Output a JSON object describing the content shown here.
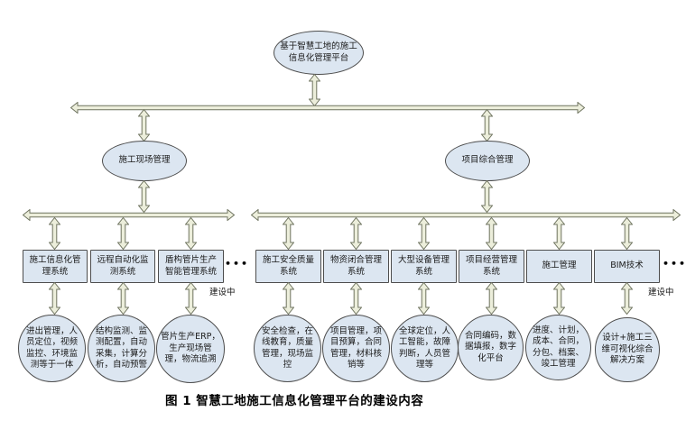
{
  "palette": {
    "node_fill": "#dce6f1",
    "node_border": "#4d4d4d",
    "arrow_fill": "#eceedb",
    "arrow_border": "#6f7460"
  },
  "root": {
    "label": "基于智慧工地的施工信息化管理平台"
  },
  "branches": {
    "left": {
      "label": "施工现场管理"
    },
    "right": {
      "label": "项目综合管理"
    }
  },
  "systems": {
    "left": [
      {
        "label": "施工信息化管理系统",
        "detail": "进出管理，人员定位，视频监控、环境监测等于一体"
      },
      {
        "label": "远程自动化监测系统",
        "detail": "结构监测、监测配置，自动采集，计算分析，自动预警"
      },
      {
        "label": "盾构管片生产智能管理系统",
        "detail": "管片生产ERP，生产现场管理，物流追溯"
      }
    ],
    "right": [
      {
        "label": "施工安全质量系统",
        "detail": "安全检查，在线教育，质量管理，现场监控"
      },
      {
        "label": "物资闭合管理系统",
        "detail": "项目管理，项目预算，合同管理，材料核销等"
      },
      {
        "label": "大型设备管理系统",
        "detail": "全球定位，人工智能，故障判断，人员管理等"
      },
      {
        "label": "项目经营管理系统",
        "detail": "合同编码，数据填报，数字化平台"
      },
      {
        "label": "施工管理",
        "detail": "进度、计划，成本、合同，分包、档案、竣工管理"
      },
      {
        "label": "BIM技术",
        "detail": "设计+施工三维可视化综合解决方案"
      }
    ]
  },
  "ellipsis": "•••",
  "under_construction": "建设中",
  "caption": "图 1 智慧工地施工信息化管理平台的建设内容"
}
